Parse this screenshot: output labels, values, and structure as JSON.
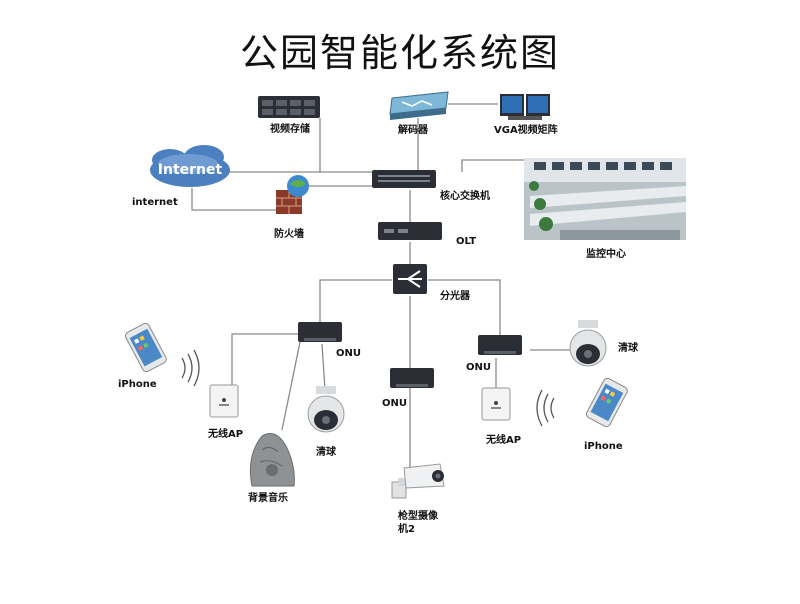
{
  "title": "公园智能化系统图",
  "internet_cloud_text": "Internet",
  "labels": {
    "video_storage": "视频存储",
    "decoder": "解码器",
    "vga_matrix": "VGA视频矩阵",
    "internet": "internet",
    "core_switch": "核心交换机",
    "firewall": "防火墙",
    "olt": "OLT",
    "monitor_center": "监控中心",
    "splitter": "分光器",
    "onu_left": "ONU",
    "onu_right": "ONU",
    "onu_middle": "ONU",
    "iphone_left": "iPhone",
    "iphone_right": "iPhone",
    "wireless_ap_left": "无线AP",
    "wireless_ap_right": "无线AP",
    "dome_cam_left": "清球",
    "dome_cam_right": "清球",
    "bg_music": "背景音乐",
    "bullet_cam": "枪型摄像机2"
  },
  "colors": {
    "line": "#8a8a8a",
    "device_dark": "#2b2f35",
    "cloud": "#4b7fc0",
    "brick": "#8b3a2a"
  }
}
